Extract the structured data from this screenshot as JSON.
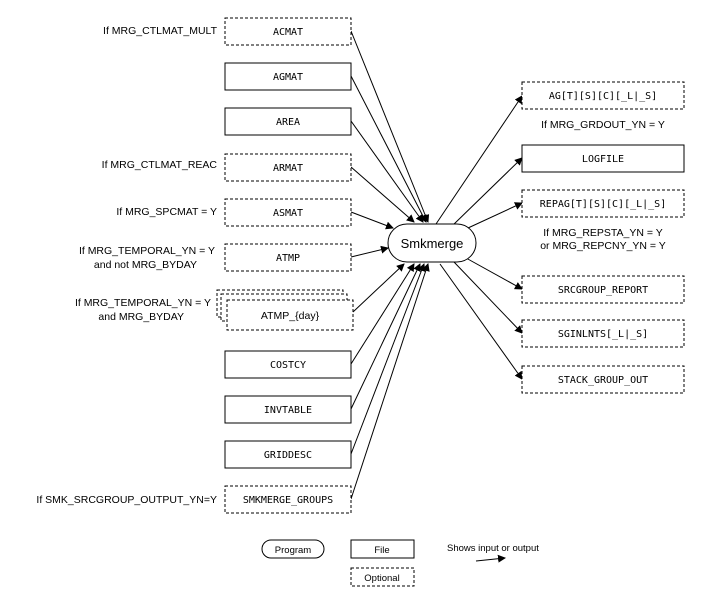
{
  "program": {
    "label": "Smkmerge"
  },
  "inputs": [
    {
      "id": "acmat",
      "label": "ACMAT",
      "optional": true,
      "condition": [
        "If MRG_CTLMAT_MULT"
      ]
    },
    {
      "id": "agmat",
      "label": "AGMAT",
      "optional": false,
      "condition": []
    },
    {
      "id": "area",
      "label": "AREA",
      "optional": false,
      "condition": []
    },
    {
      "id": "armat",
      "label": "ARMAT",
      "optional": true,
      "condition": [
        "If MRG_CTLMAT_REAC"
      ]
    },
    {
      "id": "asmat",
      "label": "ASMAT",
      "optional": true,
      "condition": [
        "If MRG_SPCMAT = Y"
      ]
    },
    {
      "id": "atmp",
      "label": "ATMP",
      "optional": true,
      "condition": [
        "If MRG_TEMPORAL_YN = Y",
        "and not MRG_BYDAY"
      ]
    },
    {
      "id": "atmp_day",
      "label": "ATMP_{day}",
      "optional": true,
      "stacked": true,
      "condition": [
        "If MRG_TEMPORAL_YN = Y",
        "and MRG_BYDAY"
      ]
    },
    {
      "id": "costcy",
      "label": "COSTCY",
      "optional": false,
      "condition": []
    },
    {
      "id": "invtable",
      "label": "INVTABLE",
      "optional": false,
      "condition": []
    },
    {
      "id": "griddesc",
      "label": "GRIDDESC",
      "optional": false,
      "condition": []
    },
    {
      "id": "smkmerge_groups",
      "label": "SMKMERGE_GROUPS",
      "optional": true,
      "condition": [
        "If SMK_SRCGROUP_OUTPUT_YN=Y"
      ]
    }
  ],
  "outputs": [
    {
      "id": "ag",
      "label": "AG[T][S][C][_L|_S]",
      "optional": true,
      "condition": [
        "If MRG_GRDOUT_YN = Y"
      ]
    },
    {
      "id": "logfile",
      "label": "LOGFILE",
      "optional": false,
      "condition": []
    },
    {
      "id": "repag",
      "label": "REPAG[T][S][C][_L|_S]",
      "optional": true,
      "condition": [
        "If MRG_REPSTA_YN = Y",
        "or MRG_REPCNY_YN = Y"
      ]
    },
    {
      "id": "srcgroup_report",
      "label": "SRCGROUP_REPORT",
      "optional": true,
      "condition": []
    },
    {
      "id": "sginlnts",
      "label": "SGINLNTS[_L|_S]",
      "optional": true,
      "condition": []
    },
    {
      "id": "stack_group_out",
      "label": "STACK_GROUP_OUT",
      "optional": true,
      "condition": []
    }
  ],
  "legend": {
    "program": "Program",
    "file": "File",
    "optional": "Optional",
    "arrow": "Shows input or output"
  }
}
